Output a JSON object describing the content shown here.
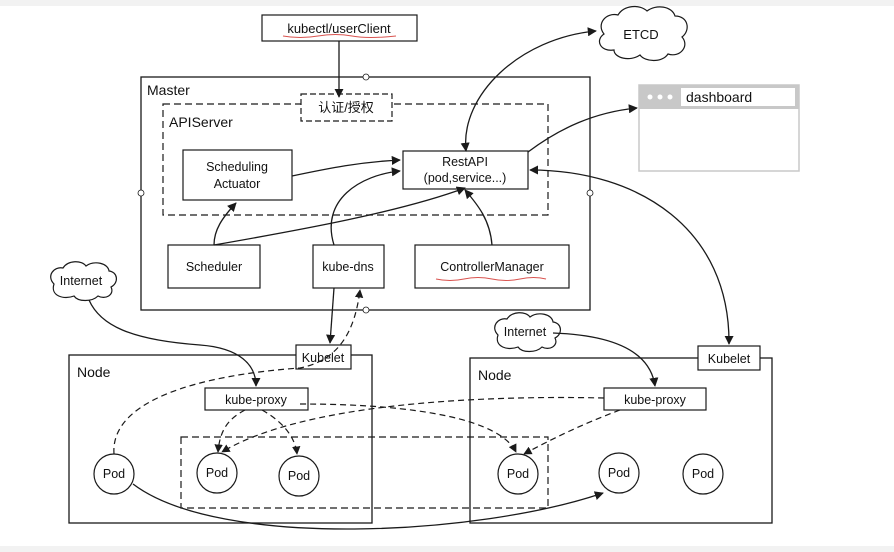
{
  "title": "",
  "nodes": {
    "kubectl": "kubectl/userClient",
    "etcd": "ETCD",
    "master": "Master",
    "auth": "认证/授权",
    "apiserver": "APIServer",
    "restapi_line1": "RestAPI",
    "restapi_line2": "(pod,service...)",
    "scheduling_line1": "Scheduling",
    "scheduling_line2": "Actuator",
    "scheduler": "Scheduler",
    "kube_dns": "kube-dns",
    "controller": "ControllerManager",
    "dashboard": "dashboard",
    "internet_left": "Internet",
    "internet_right": "Internet",
    "node_left": "Node",
    "node_right": "Node",
    "kubelet_left": "Kubelet",
    "kubelet_right": "Kubelet",
    "kube_proxy_left": "kube-proxy",
    "kube_proxy_right": "kube-proxy",
    "pod": "Pod"
  },
  "colors": {
    "stroke": "#1a1a1a",
    "underline": "#d9534f",
    "browser_frame": "#c8c8c8",
    "browser_dots": "#ffffff"
  }
}
